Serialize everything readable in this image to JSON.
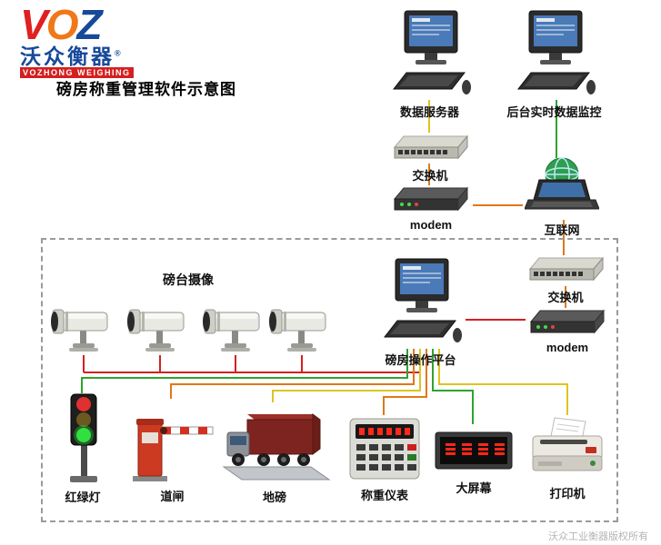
{
  "logo": {
    "v": "V",
    "o": "O",
    "z": "Z",
    "reg": "®",
    "company_cn": "沃众衡器",
    "company_en": "VOZHONG WEIGHING"
  },
  "title": "磅房称重管理软件示意图",
  "nodes": {
    "data_server": {
      "label": "数据服务器"
    },
    "backend_monitor": {
      "label": "后台实时数据监控"
    },
    "switch_top": {
      "label": "交换机"
    },
    "modem_top": {
      "label": "modem"
    },
    "internet": {
      "label": "互联网"
    },
    "camera_group": {
      "label": "磅台摄像"
    },
    "operation_platform": {
      "label": "磅房操作平台"
    },
    "switch_inner": {
      "label": "交换机"
    },
    "modem_inner": {
      "label": "modem"
    },
    "traffic_light": {
      "label": "红绿灯"
    },
    "barrier_gate": {
      "label": "道闸"
    },
    "weighbridge": {
      "label": "地磅"
    },
    "weighing_indicator": {
      "label": "称重仪表"
    },
    "big_screen": {
      "label": "大屏幕"
    },
    "printer": {
      "label": "打印机"
    }
  },
  "icons": {
    "computer": "desktop monitor with keyboard and mouse",
    "switch": "network switch flat box with ports",
    "modem": "dark modem box with leds",
    "internet": "laptop with green globe",
    "camera": "cctv bullet camera on stand",
    "traffic_light": "signal housing with red yellow green lamps",
    "barrier": "red cabinet with striped boom arm",
    "truck_scale": "truck standing on weighbridge platform",
    "indicator": "weighing terminal with red led digits",
    "screen": "black led display panel with red characters",
    "printer": "dot-matrix printer with paper"
  },
  "colors": {
    "line_red": "#d42020",
    "line_green": "#2fa32f",
    "line_orange": "#e07818",
    "line_yellow": "#ddc420",
    "logo_v": "#e02020",
    "logo_o": "#f07818",
    "logo_z": "#16499a",
    "brand_red": "#d42020"
  },
  "footer": {
    "copyright": "沃众工业衡器版权所有"
  }
}
